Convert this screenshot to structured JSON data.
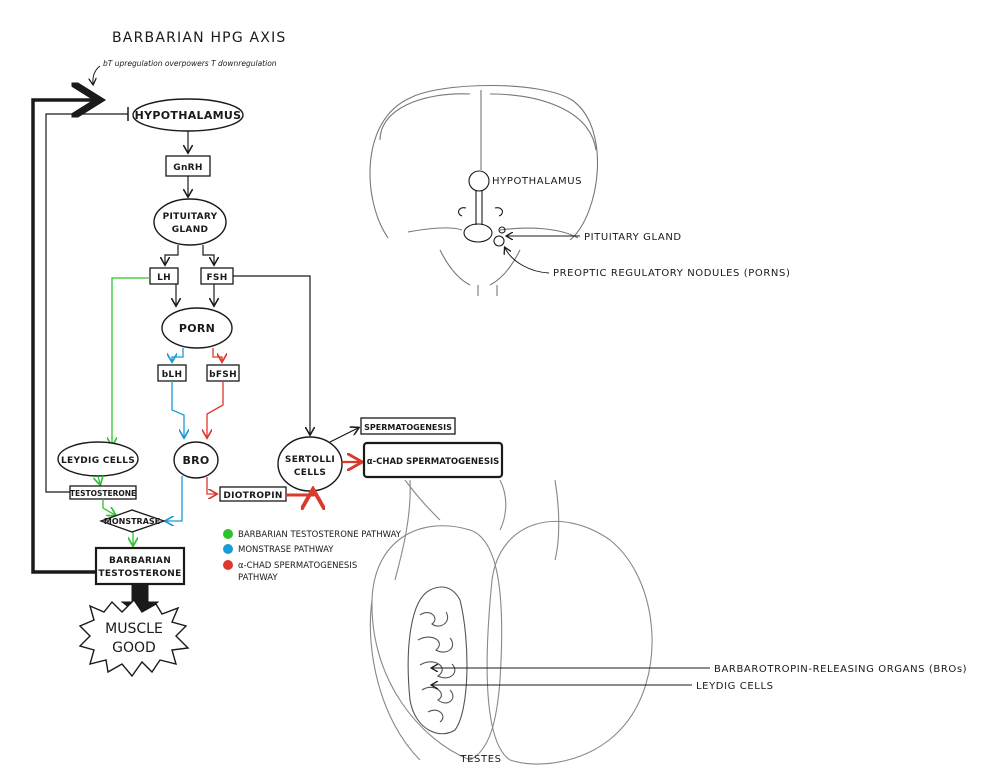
{
  "title": "BARBARIAN HPG AXIS",
  "note": "bT upregulation overpowers T downregulation",
  "flow": {
    "hypothalamus": "HYPOTHALAMUS",
    "gnrh": "GnRH",
    "pituitary_line1": "PITUITARY",
    "pituitary_line2": "GLAND",
    "lh": "LH",
    "fsh": "FSH",
    "porn": "PORN",
    "blh": "bLH",
    "bfsh": "bFSH",
    "leydig": "LEYDIG CELLS",
    "bro": "BRO",
    "sertoli_line1": "SERTOLLI",
    "sertoli_line2": "CELLS",
    "spermatogenesis": "SPERMATOGENESIS",
    "chad_spermatogenesis": "α-CHAD SPERMATOGENESIS",
    "testosterone": "TESTOSTERONE",
    "diotropin": "DIOTROPIN",
    "monstrase": "MONSTRASE",
    "bt_line1": "BARBARIAN",
    "bt_line2": "TESTOSTERONE",
    "muscle_line1": "MUSCLE",
    "muscle_line2": "GOOD"
  },
  "legend": [
    {
      "label": "BARBARIAN TESTOSTERONE PATHWAY",
      "color": "#2ec22e"
    },
    {
      "label": "MONSTRASE PATHWAY",
      "color": "#1a9ad6"
    },
    {
      "label": "α-CHAD SPERMATOGENESIS",
      "label2": "PATHWAY",
      "color": "#d93a2b"
    }
  ],
  "brain_labels": {
    "hypothalamus": "HYPOTHALAMUS",
    "pituitary": "PITUITARY GLAND",
    "porns": "PREOPTIC REGULATORY NODULES (PORNS)"
  },
  "testes_labels": {
    "bros": "BARBAROTROPIN-RELEASING ORGANS (BROs)",
    "leydig": "LEYDIG CELLS",
    "caption": "TESTES"
  },
  "colors": {
    "ink": "#1a1a1a",
    "sketch": "#888888",
    "green": "#2ec22e",
    "blue": "#1a9ad6",
    "red": "#d93a2b"
  }
}
